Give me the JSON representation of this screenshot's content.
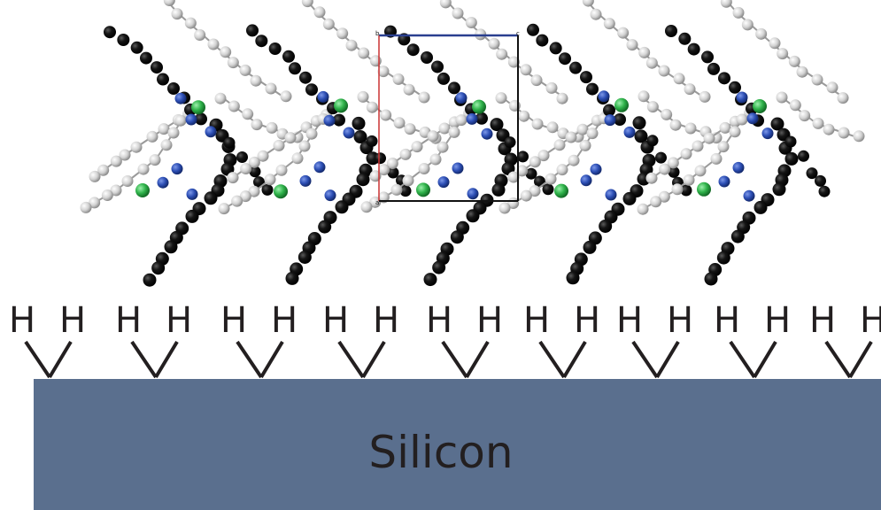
{
  "substrate": {
    "label": "Silicon",
    "color": "#5a6f8e"
  },
  "surface": {
    "atom_label": "H",
    "site_count": 9
  },
  "unit_cell": {
    "axis_labels": [
      "b",
      "c",
      "a"
    ],
    "colors": {
      "top": "#2a3f8f",
      "left": "#cc3333",
      "edges": "#111111"
    }
  },
  "molecules": {
    "count": 5,
    "atom_colors": {
      "carbon_light": "#cfcfcf",
      "carbon_dark": "#111111",
      "nitrogen": "#2d4fb5",
      "metal": "#2fb24a"
    }
  }
}
